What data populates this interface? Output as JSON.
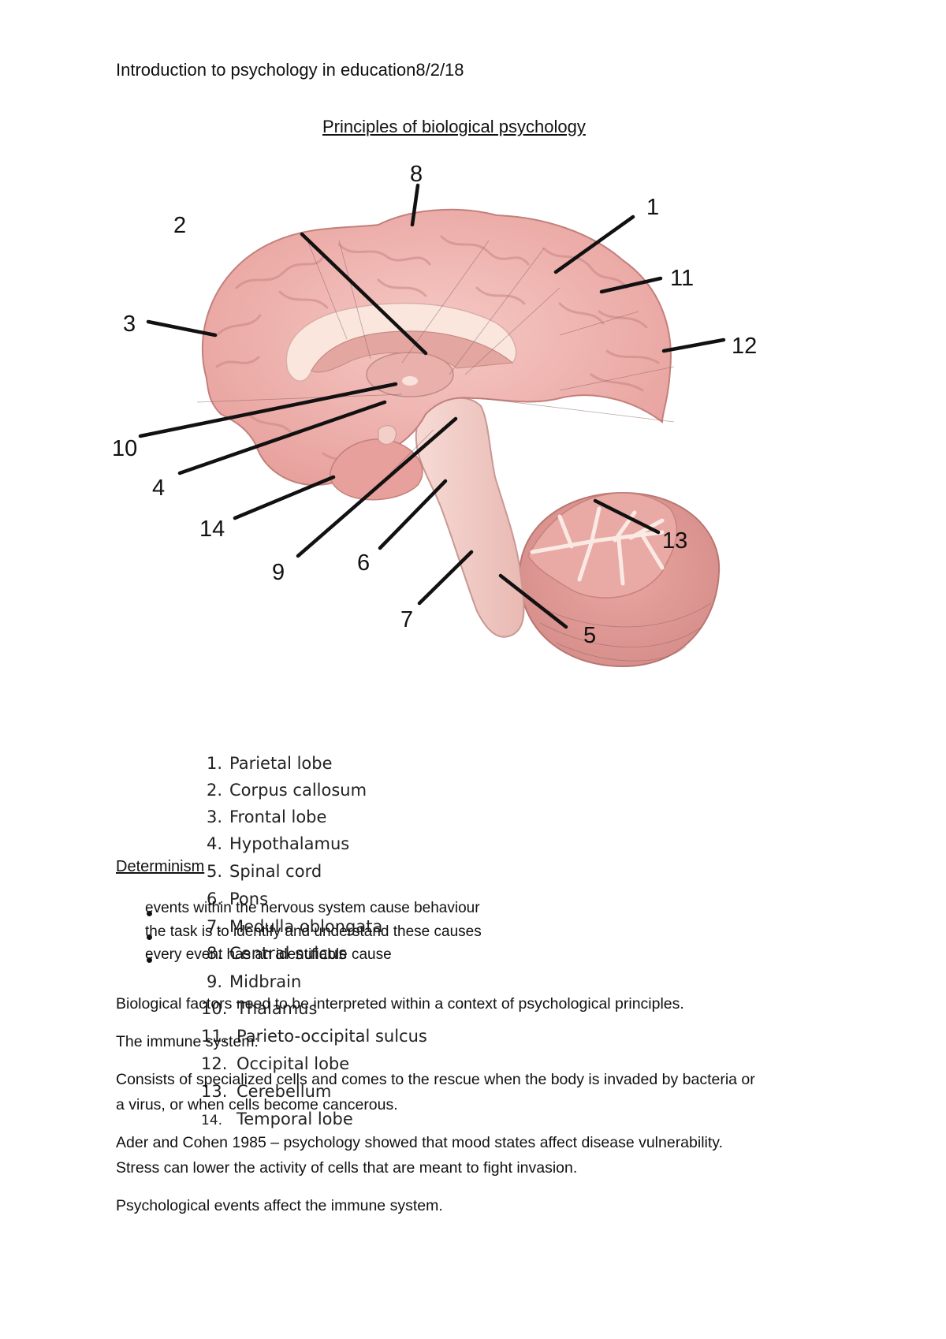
{
  "header": "Introduction to psychology in education8/2/18",
  "title": "Principles of biological psychology",
  "figure_numbers": [
    "1",
    "2",
    "3",
    "4",
    "5",
    "6",
    "7",
    "8",
    "9",
    "10",
    "11",
    "12",
    "13",
    "14"
  ],
  "brain_parts": [
    {
      "num": "1.",
      "label": "Parietal lobe"
    },
    {
      "num": "2.",
      "label": "Corpus callosum"
    },
    {
      "num": "3.",
      "label": "Frontal lobe"
    },
    {
      "num": "4.",
      "label": "Hypothalamus"
    },
    {
      "num": "5.",
      "label": "Spinal cord"
    },
    {
      "num": "6.",
      "label": "Pons"
    },
    {
      "num": "7.",
      "label": "Medulla oblongata"
    },
    {
      "num": "8.",
      "label": "Central sulcus"
    },
    {
      "num": "9.",
      "label": "Midbrain"
    },
    {
      "num": "10.",
      "label": "Thalamus"
    },
    {
      "num": "11.",
      "label": "Parieto-occipital sulcus"
    },
    {
      "num": "12.",
      "label": "Occipital lobe"
    },
    {
      "num": "13.",
      "label": "Cerebellum"
    },
    {
      "num": "14.",
      "label": "Temporal lobe"
    }
  ],
  "determinism": {
    "heading": "Determinism",
    "bullets": [
      "events within the nervous system cause behaviour",
      "the task is to identify and understand these causes",
      "every event has an identifiable cause"
    ]
  },
  "paragraphs": [
    "Biological factors need to be interpreted within a context of psychological principles.",
    "The immune system:",
    "Consists of specialized cells and comes to the rescue when the body is invaded by bacteria or",
    "a virus, or when cells become cancerous.",
    "Ader and Cohen 1985 – psychology showed that mood states affect disease vulnerability.",
    "Stress can lower the activity of cells that are meant to fight invasion.",
    "Psychological events affect the immune system."
  ],
  "colors": {
    "brain_pink": "#f2b8b4",
    "brain_shadow": "#d98f8c",
    "corpus_callosum": "#fbe6de",
    "brainstem": "#f3cfca",
    "cerebellum_white": "#fbe9e4"
  }
}
